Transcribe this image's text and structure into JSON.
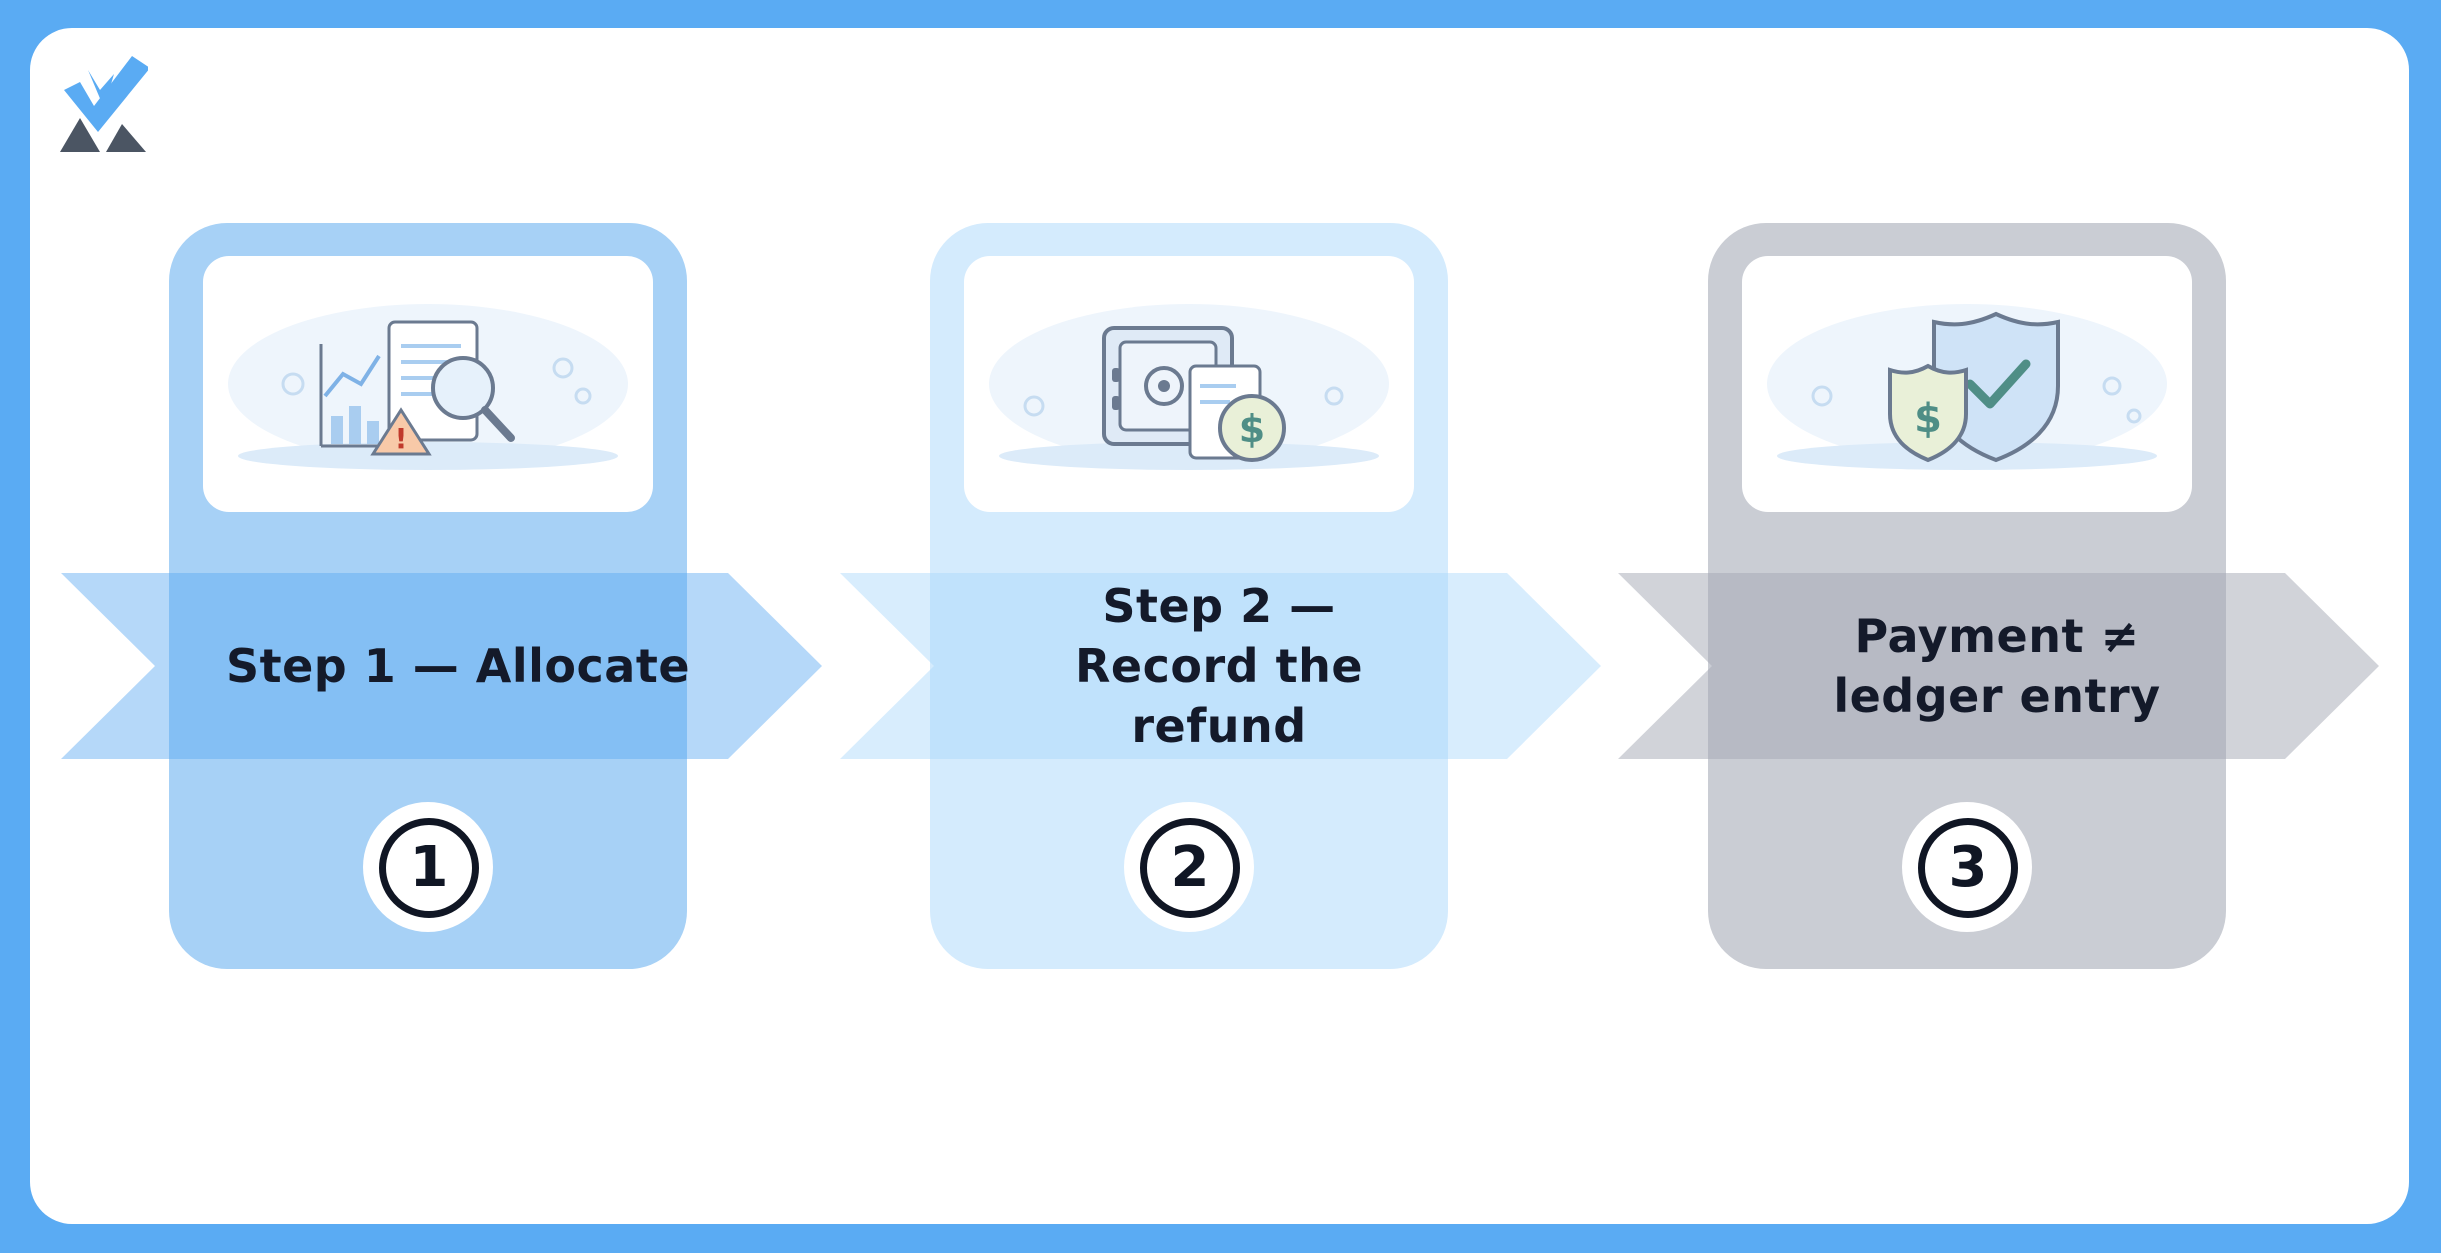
{
  "steps": [
    {
      "label": "Step 1 — Allocate",
      "number": "1",
      "illustration": "report-magnifier-warning-icon"
    },
    {
      "label": "Step 2 — Record the refund",
      "number": "2",
      "illustration": "safe-document-dollar-icon"
    },
    {
      "label": "Payment ≠ ledger entry",
      "number": "3",
      "illustration": "shield-check-dollar-icon"
    }
  ],
  "colors": {
    "background": "#5aabf3",
    "step1": "#a7d1f6",
    "step2": "#d4ebfd",
    "step3": "#cacdd4",
    "text": "#141a2a"
  }
}
